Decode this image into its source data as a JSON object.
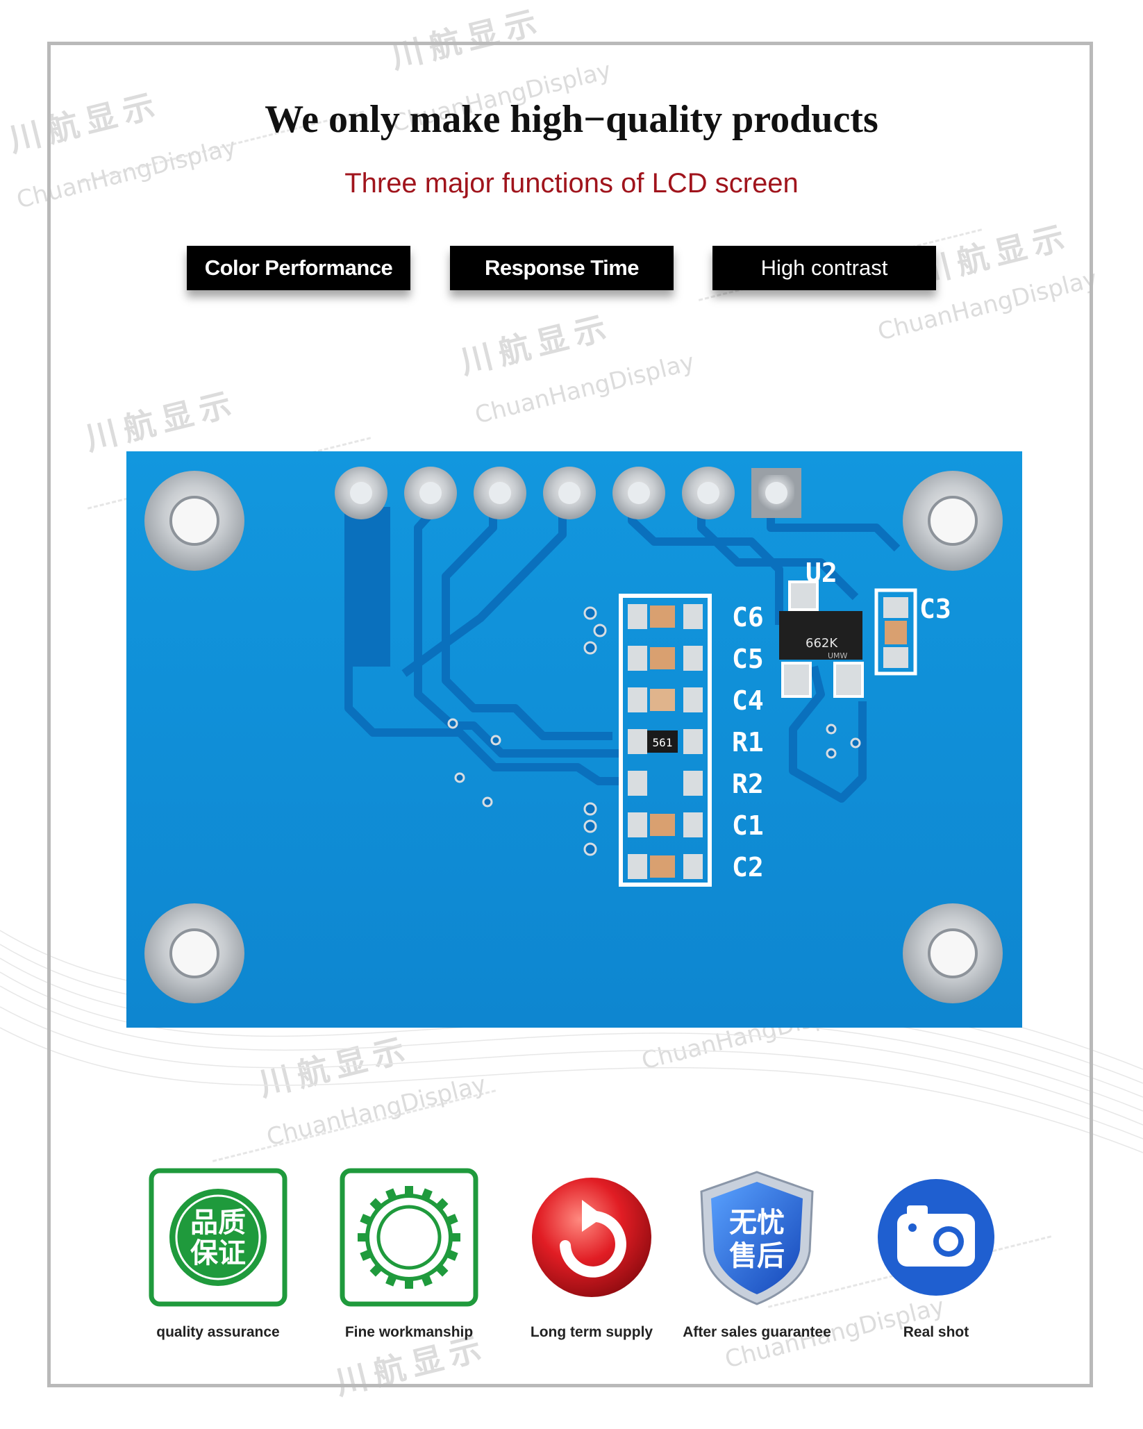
{
  "headline": "We only make high−quality products",
  "subheadline": "Three major functions of LCD screen",
  "tags": [
    "Color Performance",
    "Response Time",
    "High contrast"
  ],
  "watermark": {
    "brand_cn": "川航显示",
    "brand_en": "ChuanHangDisplay"
  },
  "pcb": {
    "component_labels": [
      "C6",
      "C5",
      "C4",
      "R1",
      "R2",
      "C1",
      "C2",
      "U2",
      "C3"
    ],
    "chip_marking": "662K",
    "chip_sub": "UMW",
    "resistor_marking": "561",
    "colors": {
      "board": "#0f8fd8",
      "trace": "#0a76c6",
      "pad": "#cfd3d6",
      "silk": "#ffffff"
    }
  },
  "features": [
    {
      "label": "quality assurance",
      "icon": "quality-badge-icon",
      "badge_text": [
        "品质",
        "保证"
      ]
    },
    {
      "label": "Fine workmanship",
      "icon": "gear-icon"
    },
    {
      "label": "Long term supply",
      "icon": "refresh-arrow-icon"
    },
    {
      "label": "After sales guarantee",
      "icon": "shield-icon",
      "badge_text": [
        "无忧",
        "售后"
      ]
    },
    {
      "label": "Real shot",
      "icon": "camera-icon"
    }
  ],
  "colors": {
    "accent_red": "#a0141c",
    "green": "#1f9a3c",
    "blue": "#1f5fd0",
    "frame": "#b9b9b9"
  }
}
